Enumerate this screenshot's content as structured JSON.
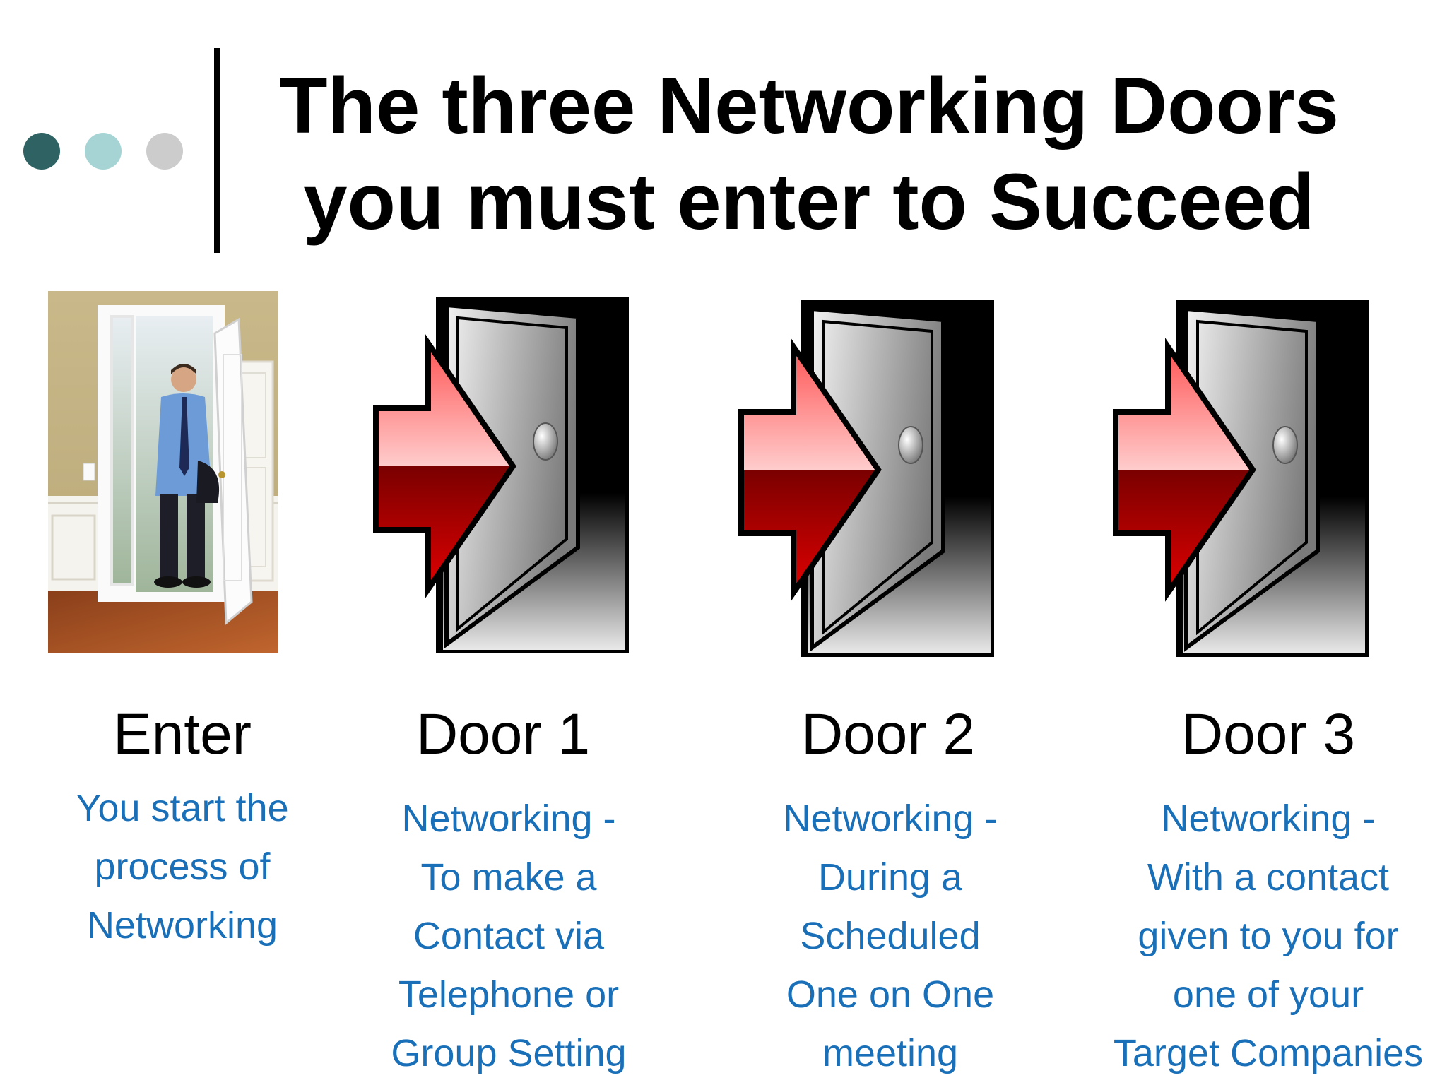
{
  "slide": {
    "title_lines": [
      "The three Networking Doors",
      "you must enter to Succeed"
    ],
    "accent_colors": {
      "dot_dark": "#2f6363",
      "dot_light": "#a6d4d4",
      "dot_gray": "#cccccc",
      "text_blue": "#1a70b8",
      "arrow_red": "#cc0000"
    },
    "columns": [
      {
        "heading": "Enter",
        "image": "man-entering-doorway-photo",
        "lines": [
          "You start the",
          "process of",
          "Networking"
        ]
      },
      {
        "heading": "Door 1",
        "image": "door-arrow-icon",
        "lines": [
          "Networking -",
          "To make a",
          "Contact via",
          "Telephone or",
          "Group Setting"
        ]
      },
      {
        "heading": "Door 2",
        "image": "door-arrow-icon",
        "lines": [
          "Networking -",
          "During a",
          "Scheduled",
          "One on One",
          "meeting"
        ]
      },
      {
        "heading": "Door 3",
        "image": "door-arrow-icon",
        "lines": [
          "Networking -",
          "With a contact",
          "given to you for",
          "one of your",
          "Target Companies"
        ]
      }
    ]
  }
}
